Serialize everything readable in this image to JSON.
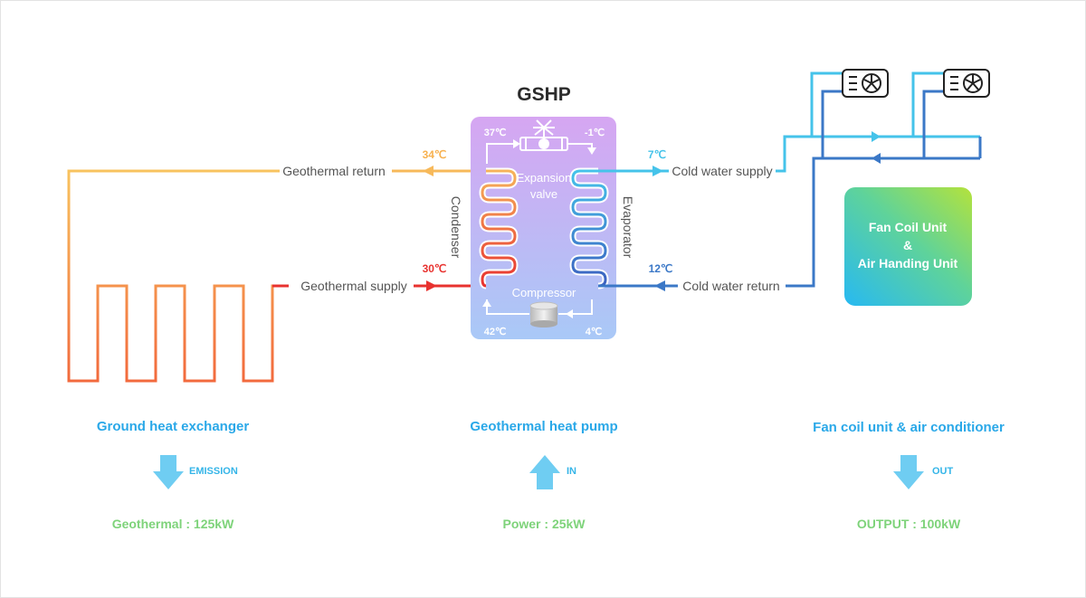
{
  "diagram": {
    "title": "GSHP",
    "temps": {
      "top_left": "37℃",
      "top_right": "-1℃",
      "bottom_left": "42℃",
      "bottom_right": "4℃",
      "geo_return": "34℃",
      "geo_supply": "30℃",
      "cold_supply": "7℃",
      "cold_return": "12℃"
    },
    "labels": {
      "expansion_valve_line1": "Expansion",
      "expansion_valve_line2": "valve",
      "compressor": "Compressor",
      "condenser": "Condenser",
      "evaporator": "Evaporator",
      "geothermal_return": "Geothermal return",
      "geothermal_supply": "Geothermal supply",
      "cold_water_supply": "Cold water supply",
      "cold_water_return": "Cold water return"
    },
    "fcu_box": {
      "line1": "Fan Coil Unit",
      "line2": "&",
      "line3": "Air Handing Unit"
    }
  },
  "summary": [
    {
      "title": "Ground heat exchanger",
      "direction": "down",
      "tag": "EMISSION",
      "value": "Geothermal : 125kW"
    },
    {
      "title": "Geothermal heat pump",
      "direction": "up",
      "tag": "IN",
      "value": "Power : 25kW"
    },
    {
      "title": "Fan coil unit & air conditioner",
      "direction": "down",
      "tag": "OUT",
      "value": "OUTPUT : 100kW"
    }
  ],
  "colors": {
    "ground_warm": "#f7b95a",
    "ground_hot": "#f26a3d",
    "supply_red": "#e8322f",
    "cold_cyan": "#45c3ea",
    "cold_blue": "#3b78c7",
    "title_blue": "#2aa8e8",
    "value_green": "#7ed37a"
  }
}
